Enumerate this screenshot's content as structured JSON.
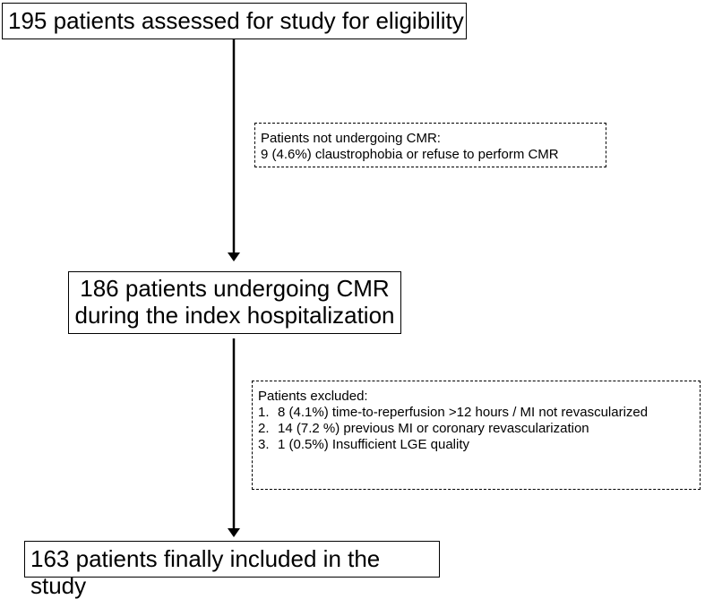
{
  "flow": {
    "step1": "195 patients assessed for study for eligibility",
    "step2_line1": "186 patients undergoing CMR",
    "step2_line2": "during the index hospitalization",
    "step3": "163 patients finally included in the study"
  },
  "exclusion1": {
    "title": "Patients not undergoing CMR:",
    "item": "9 (4.6%) claustrophobia or refuse to perform CMR"
  },
  "exclusion2": {
    "title": "Patients excluded:",
    "items": [
      {
        "num": "1.",
        "text": "8 (4.1%) time-to-reperfusion >12 hours / MI not revascularized"
      },
      {
        "num": "2.",
        "text": "14 (7.2 %) previous MI or coronary revascularization"
      },
      {
        "num": "3.",
        "text": "1 (0.5%) Insufficient LGE quality"
      }
    ]
  }
}
